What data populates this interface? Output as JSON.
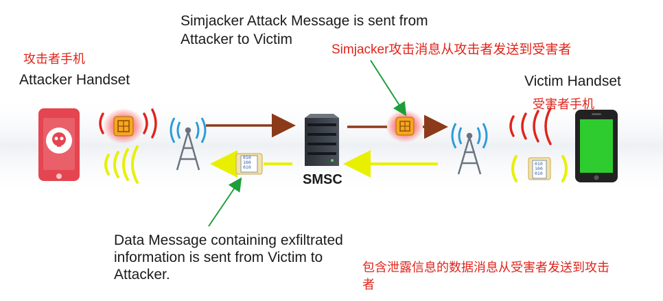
{
  "labels": {
    "top_message_en": "Simjacker Attack Message is sent from\nAttacker to Victim",
    "top_message_cn": "Simjacker攻击消息从攻击者发送到受害者",
    "attacker_cn": "攻击者手机",
    "attacker_en": "Attacker Handset",
    "victim_en": "Victim Handset",
    "victim_cn": "受害者手机",
    "smsc": "SMSC",
    "bottom_message_en": "Data Message containing exfiltrated\ninformation is sent from Victim to\nAttacker.",
    "bottom_message_cn": "包含泄露信息的数据消息从受害者发送到攻击\n者",
    "data_doc_text": "010\n100\n010"
  },
  "colors": {
    "attack_arrow": "#8b3a1a",
    "data_arrow": "#e8f000",
    "annotation_arrow": "#1e9e3a",
    "red_text": "#e0241b",
    "attacker_phone": "#e54550",
    "victim_screen": "#2ecc2e",
    "victim_phone": "#222222",
    "sim_card": "#f5a623"
  },
  "icons": {
    "attacker": "skull-icon",
    "victim": "smartphone-icon",
    "tower": "cell-tower-icon",
    "server": "server-icon",
    "sim": "sim-card-icon",
    "document": "data-document-icon"
  }
}
